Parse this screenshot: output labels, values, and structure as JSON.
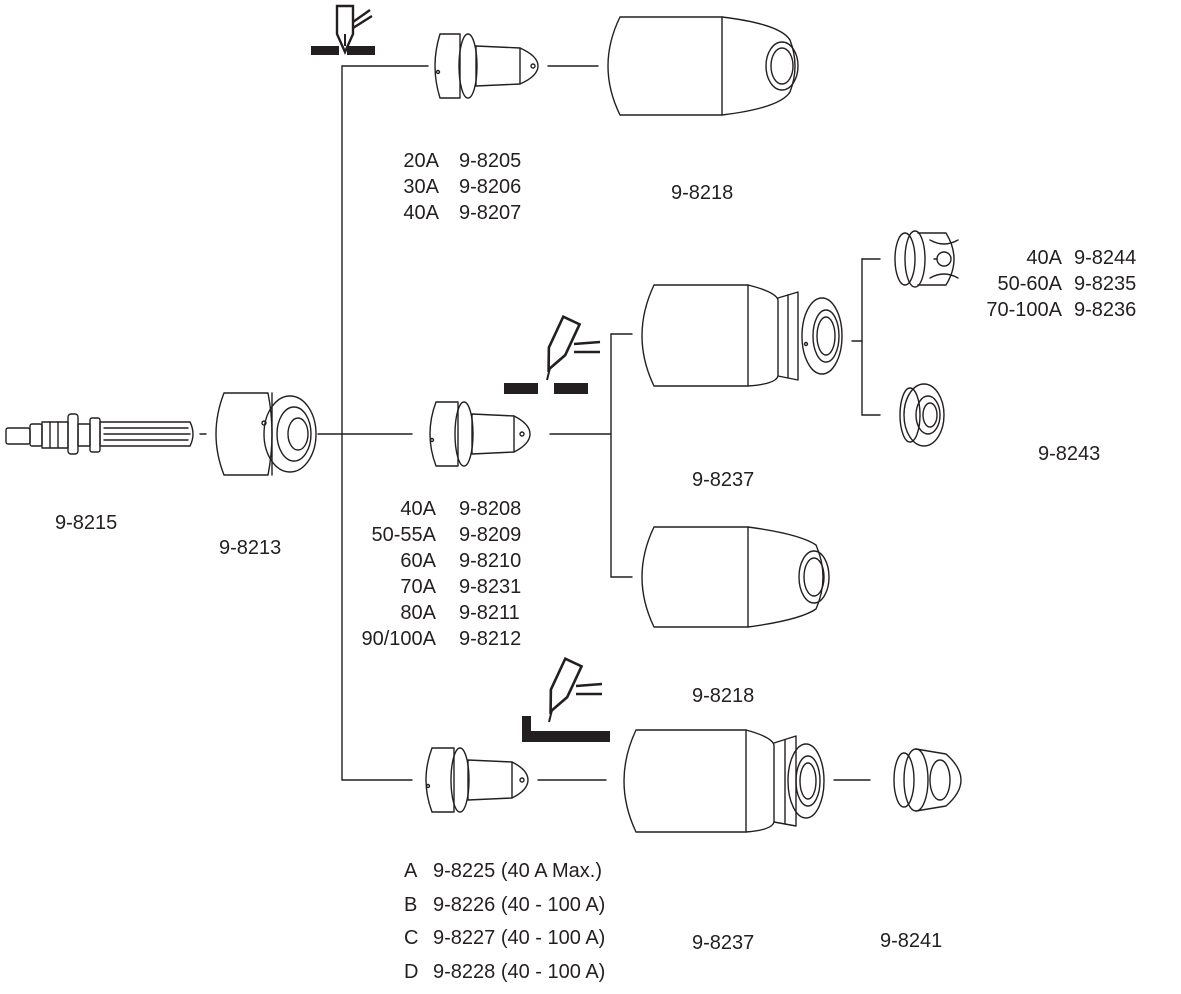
{
  "parts": {
    "torch_head": "9-8215",
    "shield_cup_body": "9-8213",
    "top_tip_cap": "9-8218",
    "mid_cap": "9-8237",
    "mid_lower_cap": "9-8218",
    "shield_ring": "9-8243",
    "bottom_cap": "9-8237",
    "bottom_shield": "9-8241"
  },
  "top_tips": [
    {
      "amps": "20A",
      "part": "9-8205"
    },
    {
      "amps": "30A",
      "part": "9-8206"
    },
    {
      "amps": "40A",
      "part": "9-8207"
    }
  ],
  "mid_tips": [
    {
      "amps": "40A",
      "part": "9-8208"
    },
    {
      "amps": "50-55A",
      "part": "9-8209"
    },
    {
      "amps": "60A",
      "part": "9-8210"
    },
    {
      "amps": "70A",
      "part": "9-8231"
    },
    {
      "amps": "80A",
      "part": "9-8211"
    },
    {
      "amps": "90/100A",
      "part": "9-8212"
    }
  ],
  "deflectors": [
    {
      "amps": "40A",
      "part": "9-8244"
    },
    {
      "amps": "50-60A",
      "part": "9-8235"
    },
    {
      "amps": "70-100A",
      "part": "9-8236"
    }
  ],
  "gouging_tips": [
    {
      "letter": "A",
      "text": "9-8225 (40 A Max.)"
    },
    {
      "letter": "B",
      "text": "9-8226 (40 - 100 A)"
    },
    {
      "letter": "C",
      "text": "9-8227 (40 - 100 A)"
    },
    {
      "letter": "D",
      "text": "9-8228 (40 - 100 A)"
    }
  ],
  "colors": {
    "line": "#231f20",
    "fill": "#ffffff"
  }
}
